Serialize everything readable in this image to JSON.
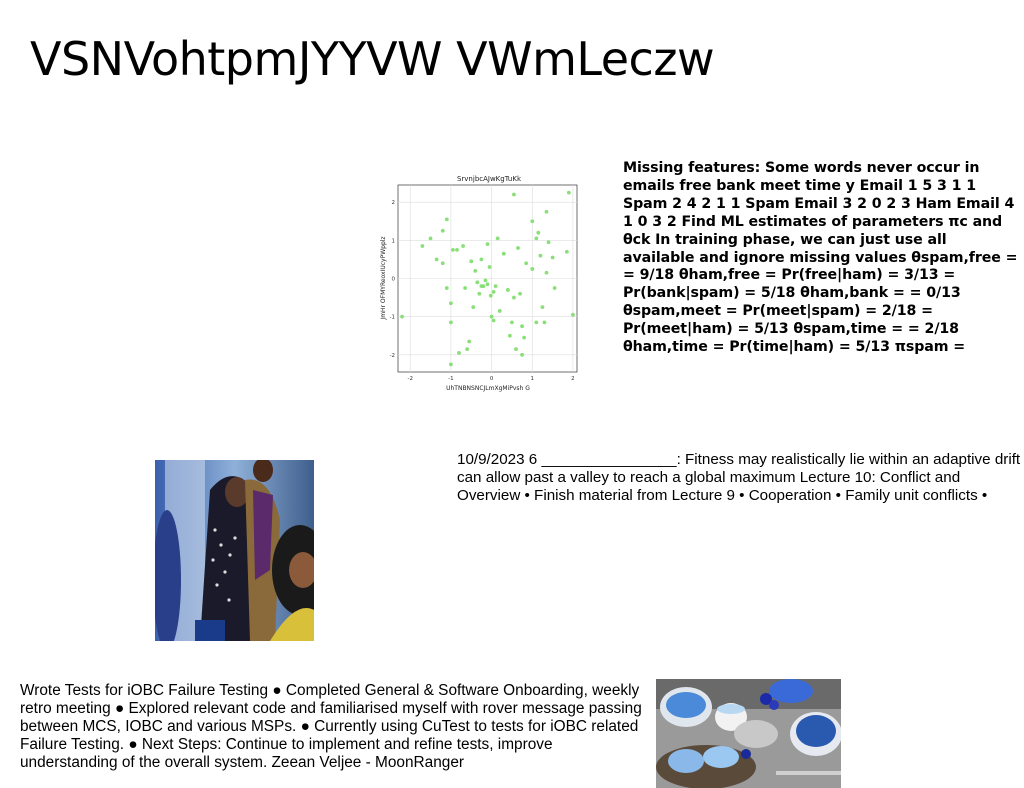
{
  "title": "VSNVohtpmJYYVW VWmLeczw",
  "chart_data": {
    "type": "scatter",
    "title": "SrvnjbcAJwKgTuKk",
    "xlabel": "UhTNBNSNCJLmXgMiPvsh G",
    "ylabel": "JmHr OFMYReoxIUcyPWpplz",
    "xlim": [
      -2.3,
      2.1
    ],
    "ylim": [
      -2.45,
      2.45
    ],
    "xticks": [
      "-2",
      "-1",
      "0",
      "1",
      "2"
    ],
    "yticks": [
      "-2",
      "-1",
      "0",
      "1",
      "2"
    ],
    "xtick_values": [
      -2,
      -1,
      0,
      1,
      2
    ],
    "ytick_values": [
      -2,
      -1,
      0,
      1,
      2
    ],
    "grid": true,
    "color": "#7ddc6a",
    "points": [
      [
        -2.2,
        -1.0
      ],
      [
        -1.7,
        0.85
      ],
      [
        -1.5,
        1.05
      ],
      [
        -1.35,
        0.5
      ],
      [
        -1.2,
        1.25
      ],
      [
        -1.1,
        1.55
      ],
      [
        -1.2,
        0.4
      ],
      [
        -1.1,
        -0.25
      ],
      [
        -1.0,
        -0.65
      ],
      [
        -1.0,
        -1.15
      ],
      [
        -1.0,
        -2.25
      ],
      [
        -0.95,
        0.75
      ],
      [
        -0.85,
        0.75
      ],
      [
        -0.8,
        -1.95
      ],
      [
        -0.7,
        0.85
      ],
      [
        -0.65,
        -0.25
      ],
      [
        -0.6,
        -1.85
      ],
      [
        -0.55,
        -1.65
      ],
      [
        -0.5,
        0.45
      ],
      [
        -0.45,
        -0.75
      ],
      [
        -0.4,
        0.2
      ],
      [
        -0.35,
        -0.1
      ],
      [
        -0.3,
        -0.4
      ],
      [
        -0.25,
        0.5
      ],
      [
        -0.25,
        -0.2
      ],
      [
        -0.2,
        -0.2
      ],
      [
        -0.15,
        -0.05
      ],
      [
        -0.1,
        -0.15
      ],
      [
        -0.1,
        0.9
      ],
      [
        -0.05,
        0.3
      ],
      [
        -0.02,
        -0.45
      ],
      [
        0.0,
        -1.0
      ],
      [
        0.05,
        -1.1
      ],
      [
        0.05,
        -0.35
      ],
      [
        0.1,
        -0.2
      ],
      [
        0.15,
        1.05
      ],
      [
        0.2,
        -0.85
      ],
      [
        0.3,
        0.65
      ],
      [
        0.4,
        -0.3
      ],
      [
        0.45,
        -1.5
      ],
      [
        0.5,
        -1.15
      ],
      [
        0.55,
        -0.5
      ],
      [
        0.55,
        2.2
      ],
      [
        0.6,
        -1.85
      ],
      [
        0.65,
        0.8
      ],
      [
        0.7,
        -0.4
      ],
      [
        0.75,
        -1.25
      ],
      [
        0.75,
        -2.0
      ],
      [
        0.8,
        -1.55
      ],
      [
        0.85,
        0.4
      ],
      [
        1.0,
        0.25
      ],
      [
        1.0,
        1.5
      ],
      [
        1.1,
        1.05
      ],
      [
        1.1,
        -1.15
      ],
      [
        1.15,
        1.2
      ],
      [
        1.2,
        0.6
      ],
      [
        1.25,
        -0.75
      ],
      [
        1.3,
        -1.15
      ],
      [
        1.35,
        0.15
      ],
      [
        1.35,
        1.75
      ],
      [
        1.4,
        0.95
      ],
      [
        1.5,
        0.55
      ],
      [
        1.55,
        -0.25
      ],
      [
        1.85,
        0.7
      ],
      [
        1.9,
        2.25
      ],
      [
        2.0,
        -0.95
      ]
    ]
  },
  "bold_text": "Missing features: Some words never occur in emails free bank meet time y Email 1 5 3 1 1 Spam 2 4 2 1 1 Spam Email 3 2 0 2 3 Ham Email 4 1 0 3 2 Find ML estimates of parameters πc and θck In training phase, we can just use all available and ignore missing values θspam,free = = 9/18 θham,free = Pr(free|ham) = 3/13 = Pr(bank|spam) = 5/18 θham,bank = = 0/13 θspam,meet = Pr(meet|spam) = 2/18 = Pr(meet|ham) = 5/13 θspam,time = = 2/18 θham,time = Pr(time|ham) = 5/13 πspam =",
  "mid_text": "10/9/2023 6 ________________: Fitness may realistically lie within an adaptive drift can allow past a valley to reach a global maximum Lecture 10: Conflict and Overview • Finish material from Lecture 9 • Cooperation • Family unit conflicts •",
  "bottom_text": "Wrote Tests for iOBC Failure Testing ● Completed General & Software Onboarding, weekly retro meeting ● Explored relevant code and familiarised myself with rover message passing between MCS, IOBC and various MSPs. ● Currently using CuTest to tests for iOBC related Failure Testing. ● Next Steps: Continue to implement and refine tests, improve understanding of the overall system. Zeean Veljee - MoonRanger",
  "photos": {
    "people": "people-photo",
    "pastries": "blue-pastries-photo"
  }
}
